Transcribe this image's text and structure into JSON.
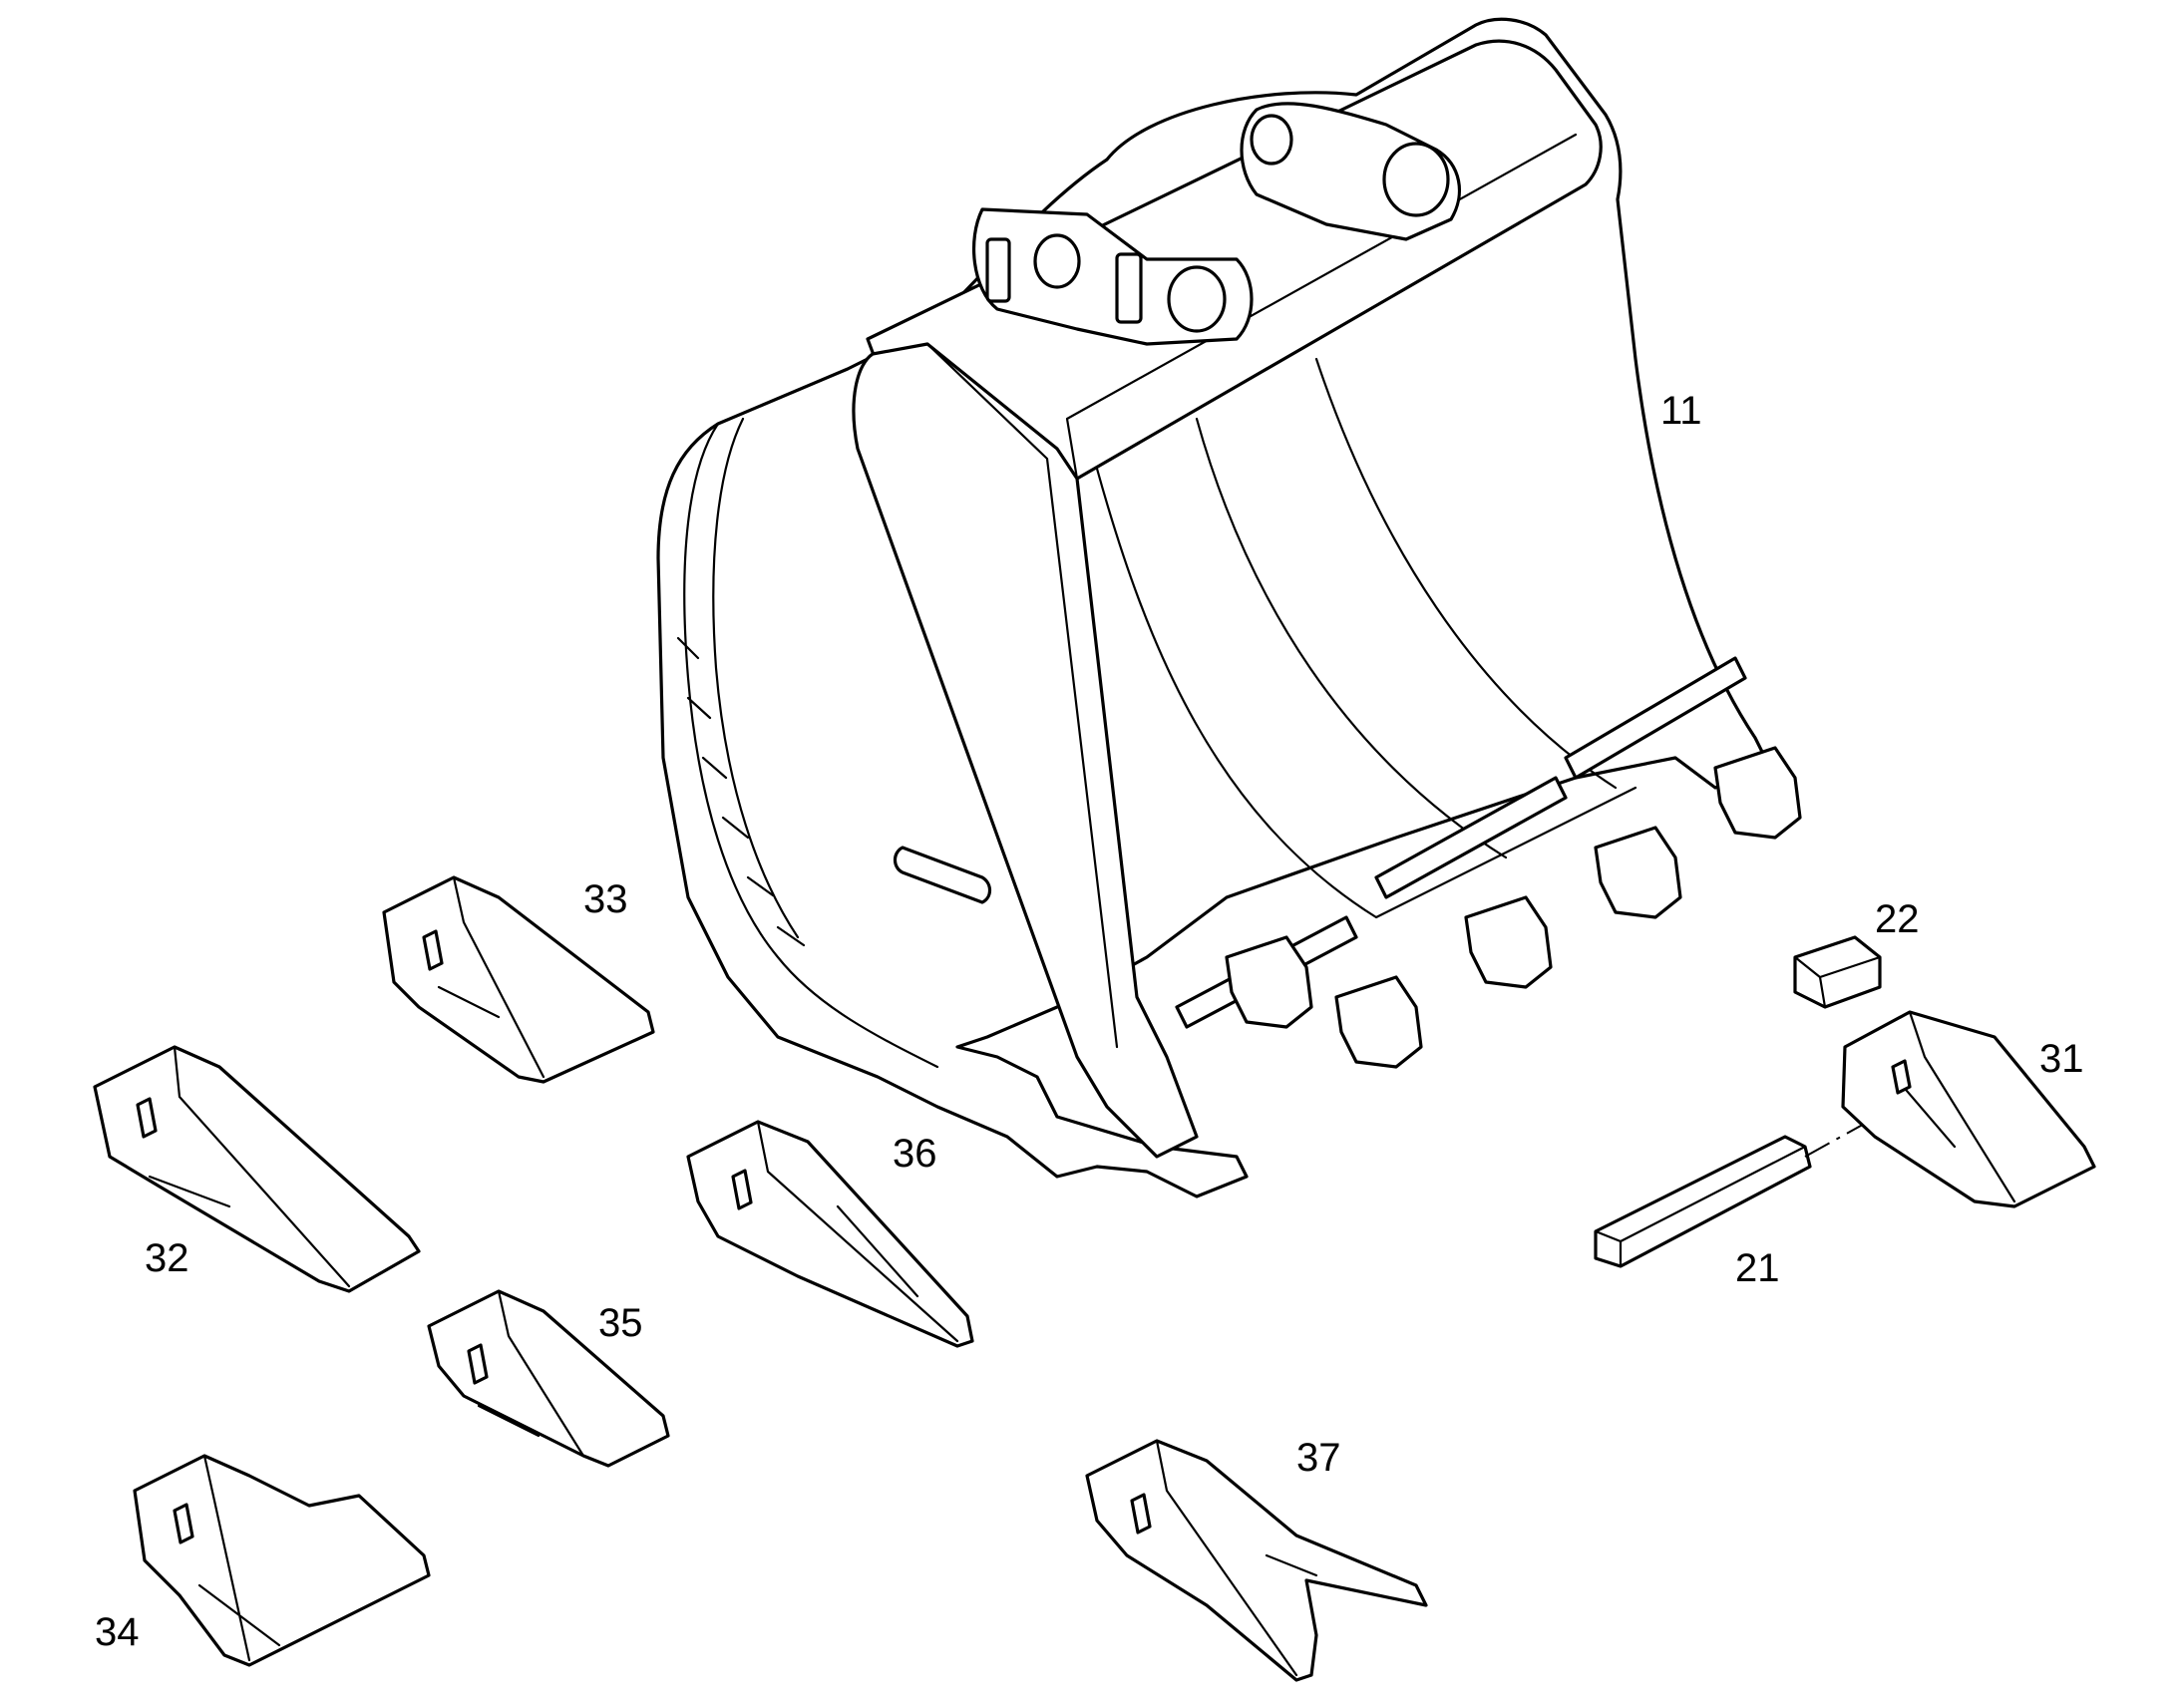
{
  "callouts": {
    "c11": "11",
    "c21": "21",
    "c22": "22",
    "c31": "31",
    "c32": "32",
    "c33": "33",
    "c34": "34",
    "c35": "35",
    "c36": "36",
    "c37": "37"
  },
  "colors": {
    "line": "#000000",
    "background": "#ffffff"
  }
}
